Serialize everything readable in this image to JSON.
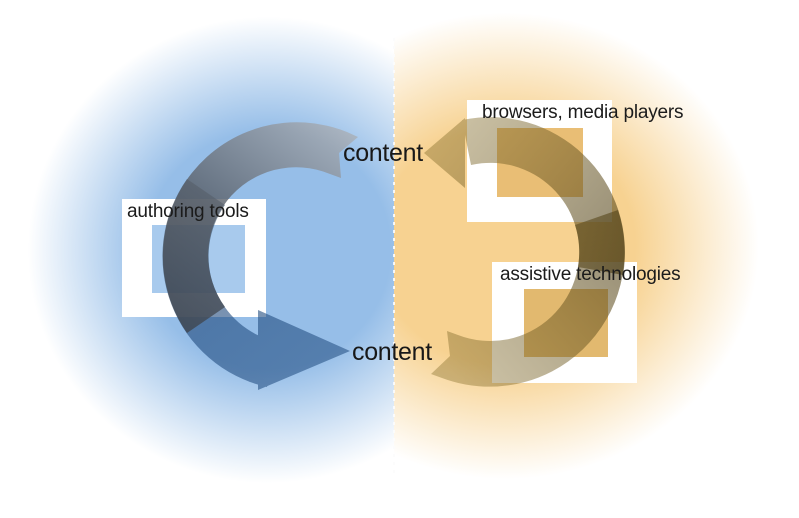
{
  "diagram": {
    "type": "cycle",
    "nodes": [
      {
        "id": "authoring-tools",
        "label": "authoring tools"
      },
      {
        "id": "browsers-media-players",
        "label": "browsers, media players"
      },
      {
        "id": "assistive-technologies",
        "label": "assistive technologies"
      }
    ],
    "flow_labels": [
      {
        "id": "content-top",
        "label": "content"
      },
      {
        "id": "content-bottom",
        "label": "content"
      }
    ],
    "colors": {
      "left_half_background": "#96bee8",
      "right_half_background": "#f7d291",
      "left_inner_square": "#a8caed",
      "right_inner_square_top": "#e9be75",
      "right_inner_square_bottom": "#e2b96f",
      "left_arrow_top_gray": "#8a9098",
      "left_arrow_bottom_slate": "#5b7fa6",
      "right_arrow_khaki": "#b39b6a",
      "arrow_overlap_dark_left": "#4a5058",
      "arrow_overlap_dark_right": "#8f7948",
      "node_box_background": "#ffffff",
      "text": "#1b1b1b"
    }
  }
}
